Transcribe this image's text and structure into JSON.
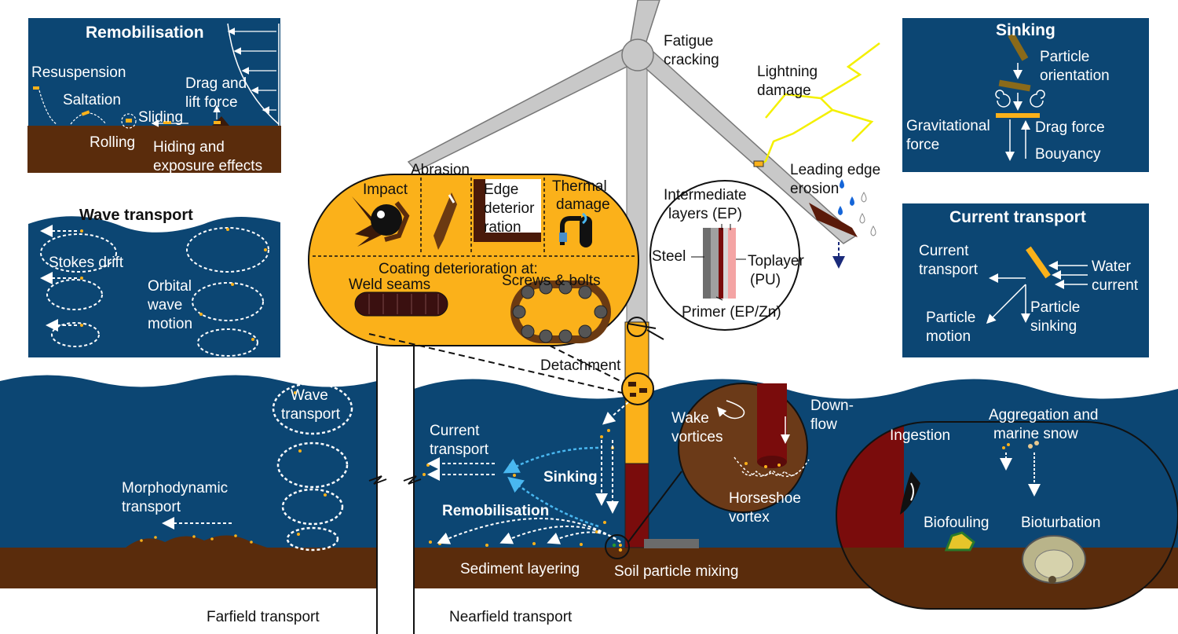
{
  "colors": {
    "sea": "#0c4673",
    "sediment": "#5a2c0c",
    "coating": "#fbb11a",
    "tower_dark": "#7a0c0c",
    "blade": "#c8c8c8",
    "panel_border": "#ffffff",
    "lightning": "#f4f000"
  },
  "panels": {
    "remobilisation": {
      "title": "Remobilisation",
      "labels": [
        "Resuspension",
        "Saltation",
        "Sliding",
        "Rolling",
        "Drag and",
        "lift force",
        "Hiding and",
        "exposure effects"
      ]
    },
    "wave": {
      "title": "Wave transport",
      "labels": [
        "Stokes drift",
        "Orbital",
        "wave",
        "motion"
      ]
    },
    "sinking": {
      "title": "Sinking",
      "labels": [
        "Particle",
        "orientation",
        "Gravitational",
        "force",
        "Drag force",
        "Bouyancy"
      ]
    },
    "current": {
      "title": "Current transport",
      "labels": [
        "Current",
        "transport",
        "Water",
        "current",
        "Particle",
        "sinking",
        "Particle",
        "motion"
      ]
    }
  },
  "turbine": {
    "fatigue": [
      "Fatigue",
      "cracking"
    ],
    "lightning": [
      "Lightning",
      "damage"
    ],
    "leading_edge": [
      "Leading edge",
      "erosion"
    ],
    "abrasion": "Abrasion",
    "impact": "Impact",
    "edge": [
      "Edge",
      "deterior",
      "ration"
    ],
    "thermal": [
      "Thermal",
      "damage"
    ],
    "coating_title": "Coating deterioration at:",
    "weld": "Weld seams",
    "screws": "Screws & bolts",
    "layers": {
      "intermediate": [
        "Intermediate",
        "layers (EP)"
      ],
      "steel": "Steel",
      "toplayer": [
        "Toplayer",
        "(PU)"
      ],
      "primer": "Primer (EP/Zn)"
    },
    "detachment": "Detachment"
  },
  "sea_labels": {
    "wave_transport": [
      "Wave",
      "transport"
    ],
    "morpho": [
      "Morphodynamic",
      "transport"
    ],
    "current_transport": [
      "Current",
      "transport"
    ],
    "sinking": "Sinking",
    "remobilisation": "Remobilisation",
    "sediment_layering": "Sediment layering",
    "soil_mixing": "Soil particle mixing",
    "wake": [
      "Wake",
      "vortices"
    ],
    "downflow": [
      "Down-",
      "flow"
    ],
    "horseshoe": [
      "Horseshoe",
      "vortex"
    ],
    "ingestion": "Ingestion",
    "aggregation": [
      "Aggregation and",
      "marine snow"
    ],
    "biofouling": "Biofouling",
    "bioturbation": "Bioturbation"
  },
  "bottom": {
    "farfield": "Farfield transport",
    "nearfield": "Nearfield transport"
  }
}
